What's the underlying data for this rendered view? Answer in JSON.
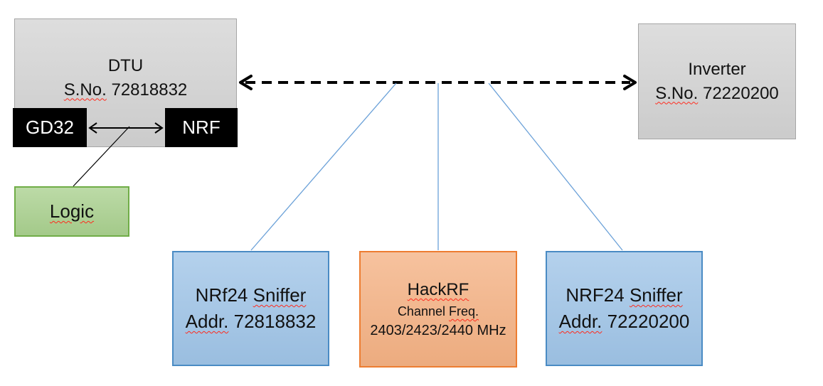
{
  "colors": {
    "box_gray_fill": "#d2d2d2",
    "box_gray_border": "#a6a6a6",
    "box_black": "#000000",
    "box_green_fill": "#a9d08e",
    "box_green_border": "#70ad47",
    "box_blue_fill": "#9fc4e7",
    "box_blue_border": "#4a8bc4",
    "box_orange_fill": "#f4b183",
    "box_orange_border": "#ed7d31",
    "connector_blue": "#6ba1d8",
    "arrow_black": "#000000",
    "spellcheck_red": "#ff2a1c"
  },
  "dtu": {
    "title": "DTU",
    "serial_label": "S.No.",
    "serial_number": "72818832",
    "chip1": "GD32",
    "chip2": "NRF"
  },
  "inverter": {
    "title": "Inverter",
    "serial_label": "S.No.",
    "serial_number": "72220200"
  },
  "logic": {
    "label": "Logic"
  },
  "sniffer_left": {
    "line1_prefix": "NRf24",
    "line1_word": "Sniffer",
    "line2_word": "Addr.",
    "line2_number": "72818832"
  },
  "hackrf": {
    "title": "HackRF",
    "line2_prefix": "Channel",
    "line2_word": "Freq.",
    "line3": "2403/2423/2440 MHz"
  },
  "sniffer_right": {
    "line1_prefix": "NRF24",
    "line1_word": "Sniffer",
    "line2_word": "Addr.",
    "line2_number": "72220200"
  }
}
